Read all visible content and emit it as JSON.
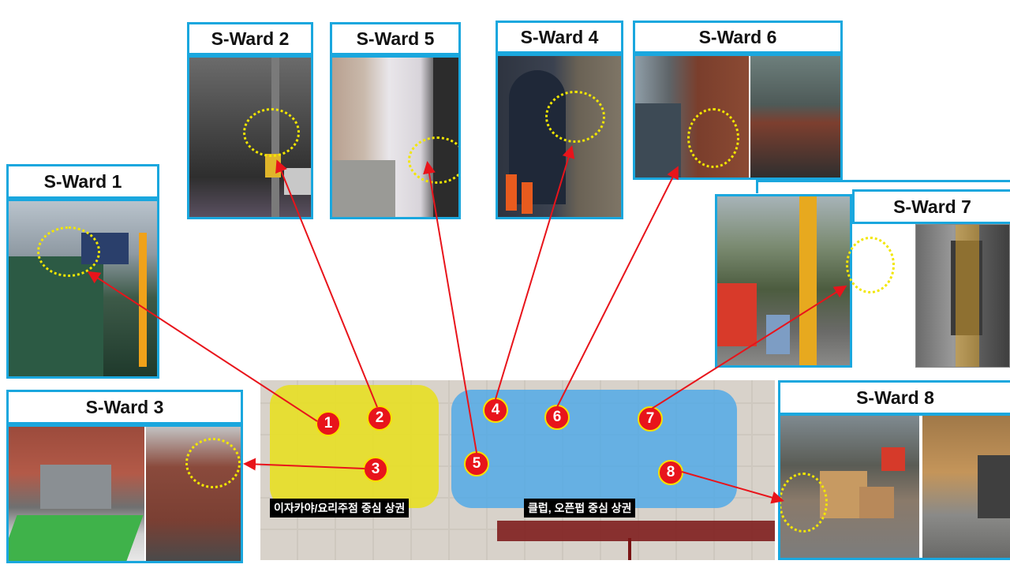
{
  "wards": [
    {
      "id": "s-ward-1",
      "title": "S-Ward 1"
    },
    {
      "id": "s-ward-2",
      "title": "S-Ward 2"
    },
    {
      "id": "s-ward-3",
      "title": "S-Ward 3"
    },
    {
      "id": "s-ward-4",
      "title": "S-Ward 4"
    },
    {
      "id": "s-ward-5",
      "title": "S-Ward 5"
    },
    {
      "id": "s-ward-6",
      "title": "S-Ward 6"
    },
    {
      "id": "s-ward-7",
      "title": "S-Ward 7"
    },
    {
      "id": "s-ward-8",
      "title": "S-Ward 8"
    }
  ],
  "markers": [
    "1",
    "2",
    "3",
    "4",
    "5",
    "6",
    "7",
    "8"
  ],
  "zones": {
    "yellow_label": "이자카야/요리주점 중심 상권",
    "blue_label": "클럽, 오픈펍 중심 상권"
  },
  "colors": {
    "panel_border": "#1aa7de",
    "marker_fill": "#e8141b",
    "marker_ring": "#f7e000",
    "arrow": "#e8141b",
    "highlight_circle": "#f2e600",
    "zone_yellow": "#e9e11a",
    "zone_blue": "#4aa8e8"
  }
}
